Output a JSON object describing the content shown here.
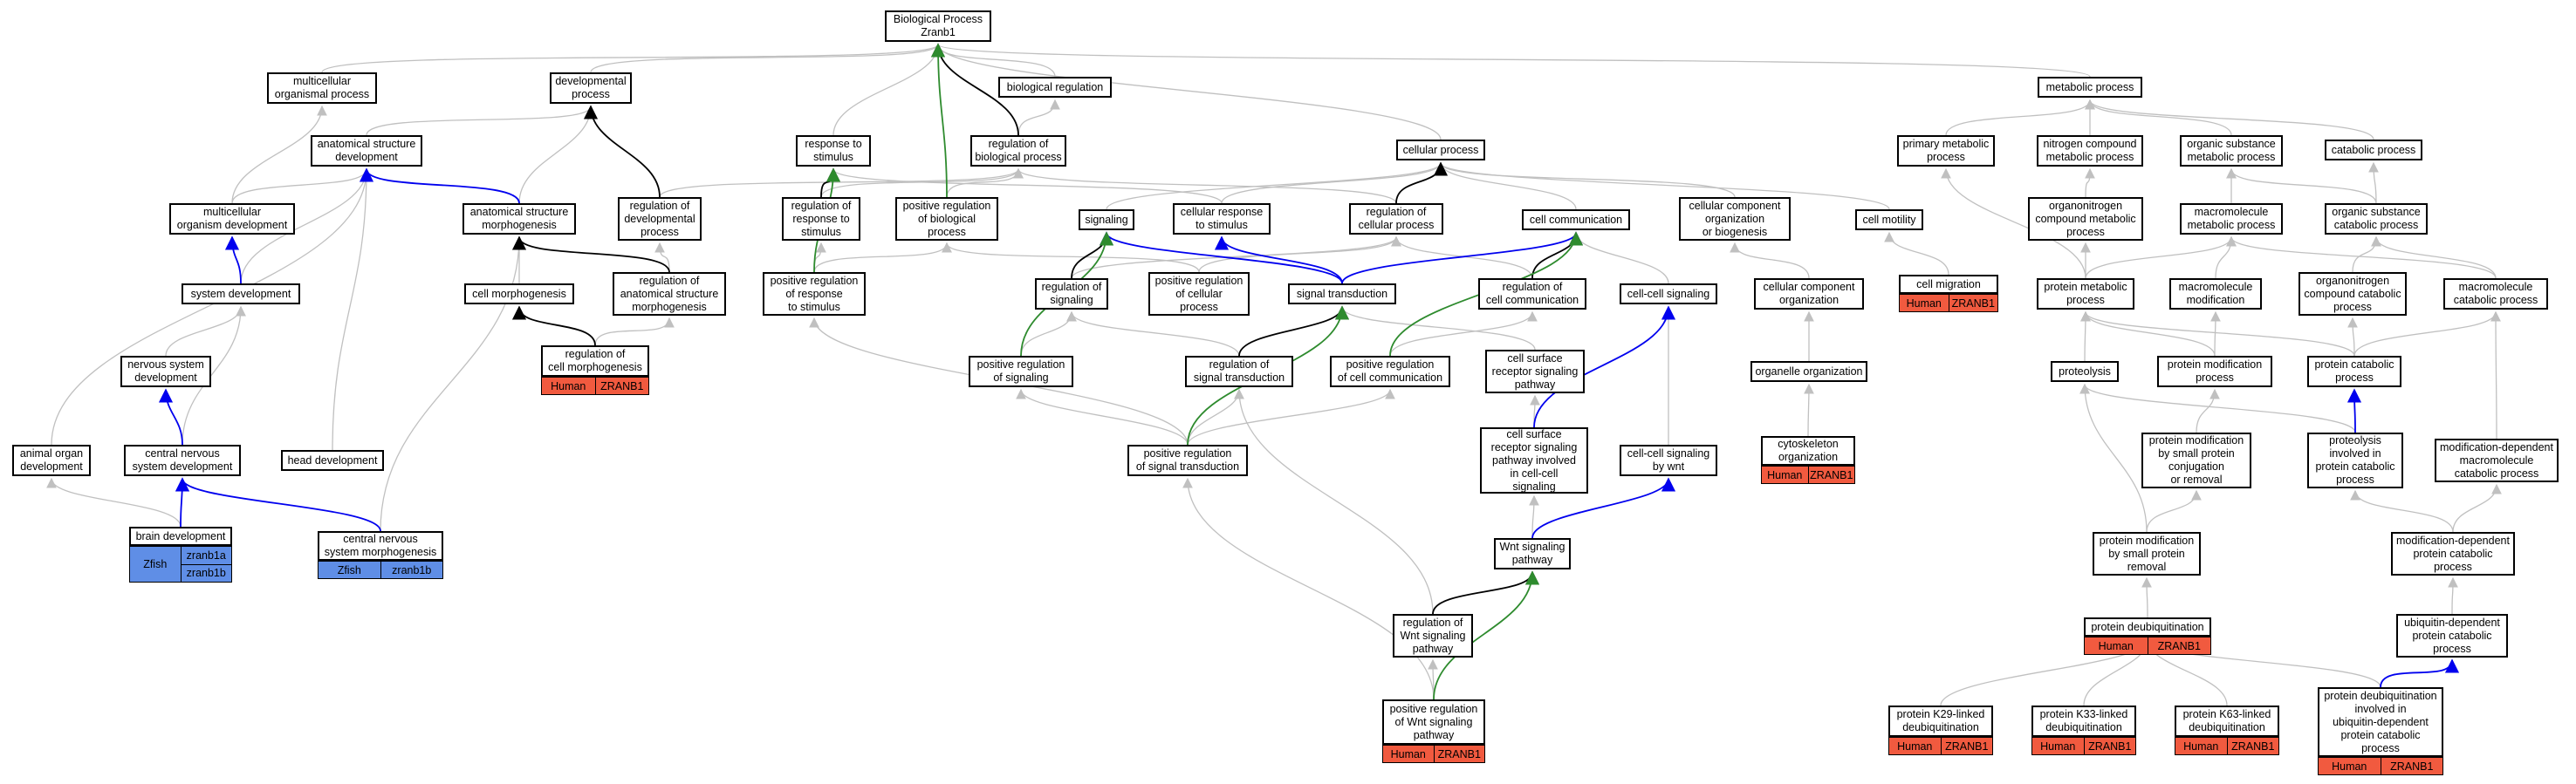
{
  "colors": {
    "edge_default": "#c0c0c0",
    "edge_is_a": "#000000",
    "edge_part_of": "#0000ee",
    "edge_positive": "#2e8b2e",
    "human_fill": "#f15a3f",
    "zfish_fill": "#5f8ee6"
  },
  "nodes": {
    "bp": "Biological Process\nZranb1",
    "multicellular_organismal_process": "multicellular\norganismal process",
    "developmental_process": "developmental\nprocess",
    "biological_regulation": "biological regulation",
    "metabolic_process": "metabolic process",
    "anatomical_structure_development": "anatomical structure\ndevelopment",
    "response_to_stimulus": "response to\nstimulus",
    "regulation_of_biological_process": "regulation of\nbiological process",
    "cellular_process": "cellular process",
    "primary_metabolic_process": "primary metabolic\nprocess",
    "nitrogen_compound_metabolic_process": "nitrogen compound\nmetabolic process",
    "organic_substance_metabolic_process": "organic substance\nmetabolic process",
    "catabolic_process": "catabolic process",
    "multicellular_organism_development": "multicellular\norganism development",
    "anatomical_structure_morphogenesis": "anatomical structure\nmorphogenesis",
    "regulation_of_developmental_process": "regulation of\ndevelopmental\nprocess",
    "regulation_of_response_to_stimulus": "regulation of\nresponse to\nstimulus",
    "positive_regulation_of_biological_process": "positive regulation\nof biological\nprocess",
    "signaling": "signaling",
    "cellular_response_to_stimulus": "cellular response\nto stimulus",
    "regulation_of_cellular_process": "regulation of\ncellular process",
    "cell_communication": "cell communication",
    "cellular_component_organization_or_biogenesis": "cellular component\norganization\nor biogenesis",
    "cell_motility": "cell motility",
    "organonitrogen_compound_metabolic_process": "organonitrogen\ncompound metabolic\nprocess",
    "macromolecule_metabolic_process": "macromolecule\nmetabolic process",
    "organic_substance_catabolic_process": "organic substance\ncatabolic process",
    "system_development": "system development",
    "cell_morphogenesis": "cell morphogenesis",
    "regulation_of_anatomical_structure_morphogenesis": "regulation of\nanatomical structure\nmorphogenesis",
    "positive_regulation_of_response_to_stimulus": "positive regulation\nof response\nto stimulus",
    "regulation_of_signaling": "regulation of\nsignaling",
    "positive_regulation_of_cellular_process": "positive regulation\nof cellular\nprocess",
    "signal_transduction": "signal transduction",
    "regulation_of_cell_communication": "regulation of\ncell communication",
    "cell_cell_signaling": "cell-cell signaling",
    "cellular_component_organization": "cellular component\norganization",
    "cell_migration": "cell migration",
    "protein_metabolic_process": "protein metabolic\nprocess",
    "macromolecule_modification": "macromolecule\nmodification",
    "organonitrogen_compound_catabolic_process": "organonitrogen\ncompound catabolic\nprocess",
    "macromolecule_catabolic_process": "macromolecule\ncatabolic process",
    "nervous_system_development": "nervous system\ndevelopment",
    "regulation_of_cell_morphogenesis": "regulation of\ncell morphogenesis",
    "positive_regulation_of_signaling": "positive regulation\nof signaling",
    "regulation_of_signal_transduction": "regulation of\nsignal transduction",
    "positive_regulation_of_cell_communication": "positive regulation\nof cell communication",
    "cell_surface_receptor_signaling_pathway": "cell surface\nreceptor signaling\npathway",
    "organelle_organization": "organelle organization",
    "proteolysis": "proteolysis",
    "protein_modification_process": "protein modification\nprocess",
    "protein_catabolic_process": "protein catabolic\nprocess",
    "animal_organ_development": "animal organ\ndevelopment",
    "central_nervous_system_development": "central nervous\nsystem development",
    "head_development": "head development",
    "positive_regulation_of_signal_transduction": "positive regulation\nof signal transduction",
    "cell_surface_receptor_signaling_pathway_involved_in_cell_cell_signaling": "cell surface\nreceptor signaling\npathway involved\nin cell-cell\nsignaling",
    "cell_cell_signaling_by_wnt": "cell-cell signaling\nby wnt",
    "cytoskeleton_organization": "cytoskeleton\norganization",
    "protein_modification_by_small_protein_conjugation_or_removal": "protein modification\nby small protein\nconjugation\nor removal",
    "proteolysis_involved_in_protein_catabolic_process": "proteolysis\ninvolved in\nprotein catabolic\nprocess",
    "modification_dependent_macromolecule_catabolic_process": "modification-dependent\nmacromolecule\ncatabolic process",
    "brain_development": "brain development",
    "central_nervous_system_morphogenesis": "central nervous\nsystem morphogenesis",
    "modification_dependent_protein_catabolic_process": "modification-dependent\nprotein catabolic\nprocess",
    "protein_modification_by_small_protein_removal": "protein modification\nby small protein\nremoval",
    "wnt_signaling_pathway": "Wnt signaling\npathway",
    "ubiquitin_dependent_protein_catabolic_process": "ubiquitin-dependent\nprotein catabolic\nprocess",
    "protein_deubiquitination": "protein deubiquitination",
    "regulation_of_wnt_signaling_pathway": "regulation of\nWnt signaling\npathway",
    "positive_regulation_of_wnt_signaling_pathway": "positive regulation\nof Wnt signaling\npathway",
    "protein_k29_linked_deubiquitination": "protein K29-linked\ndeubiquitination",
    "protein_k33_linked_deubiquitination": "protein K33-linked\ndeubiquitination",
    "protein_k63_linked_deubiquitination": "protein K63-linked\ndeubiquitination",
    "protein_deubiquitination_involved_in_ubiquitin_dependent_protein_catabolic_process": "protein deubiquitination\ninvolved in\nubiquitin-dependent\nprotein catabolic\nprocess"
  },
  "annotations": {
    "human_species": "Human",
    "gene_zranb1": "ZRANB1",
    "zfish_species": "Zfish",
    "gene_zranb1a": "zranb1a",
    "gene_zranb1b": "zranb1b"
  }
}
